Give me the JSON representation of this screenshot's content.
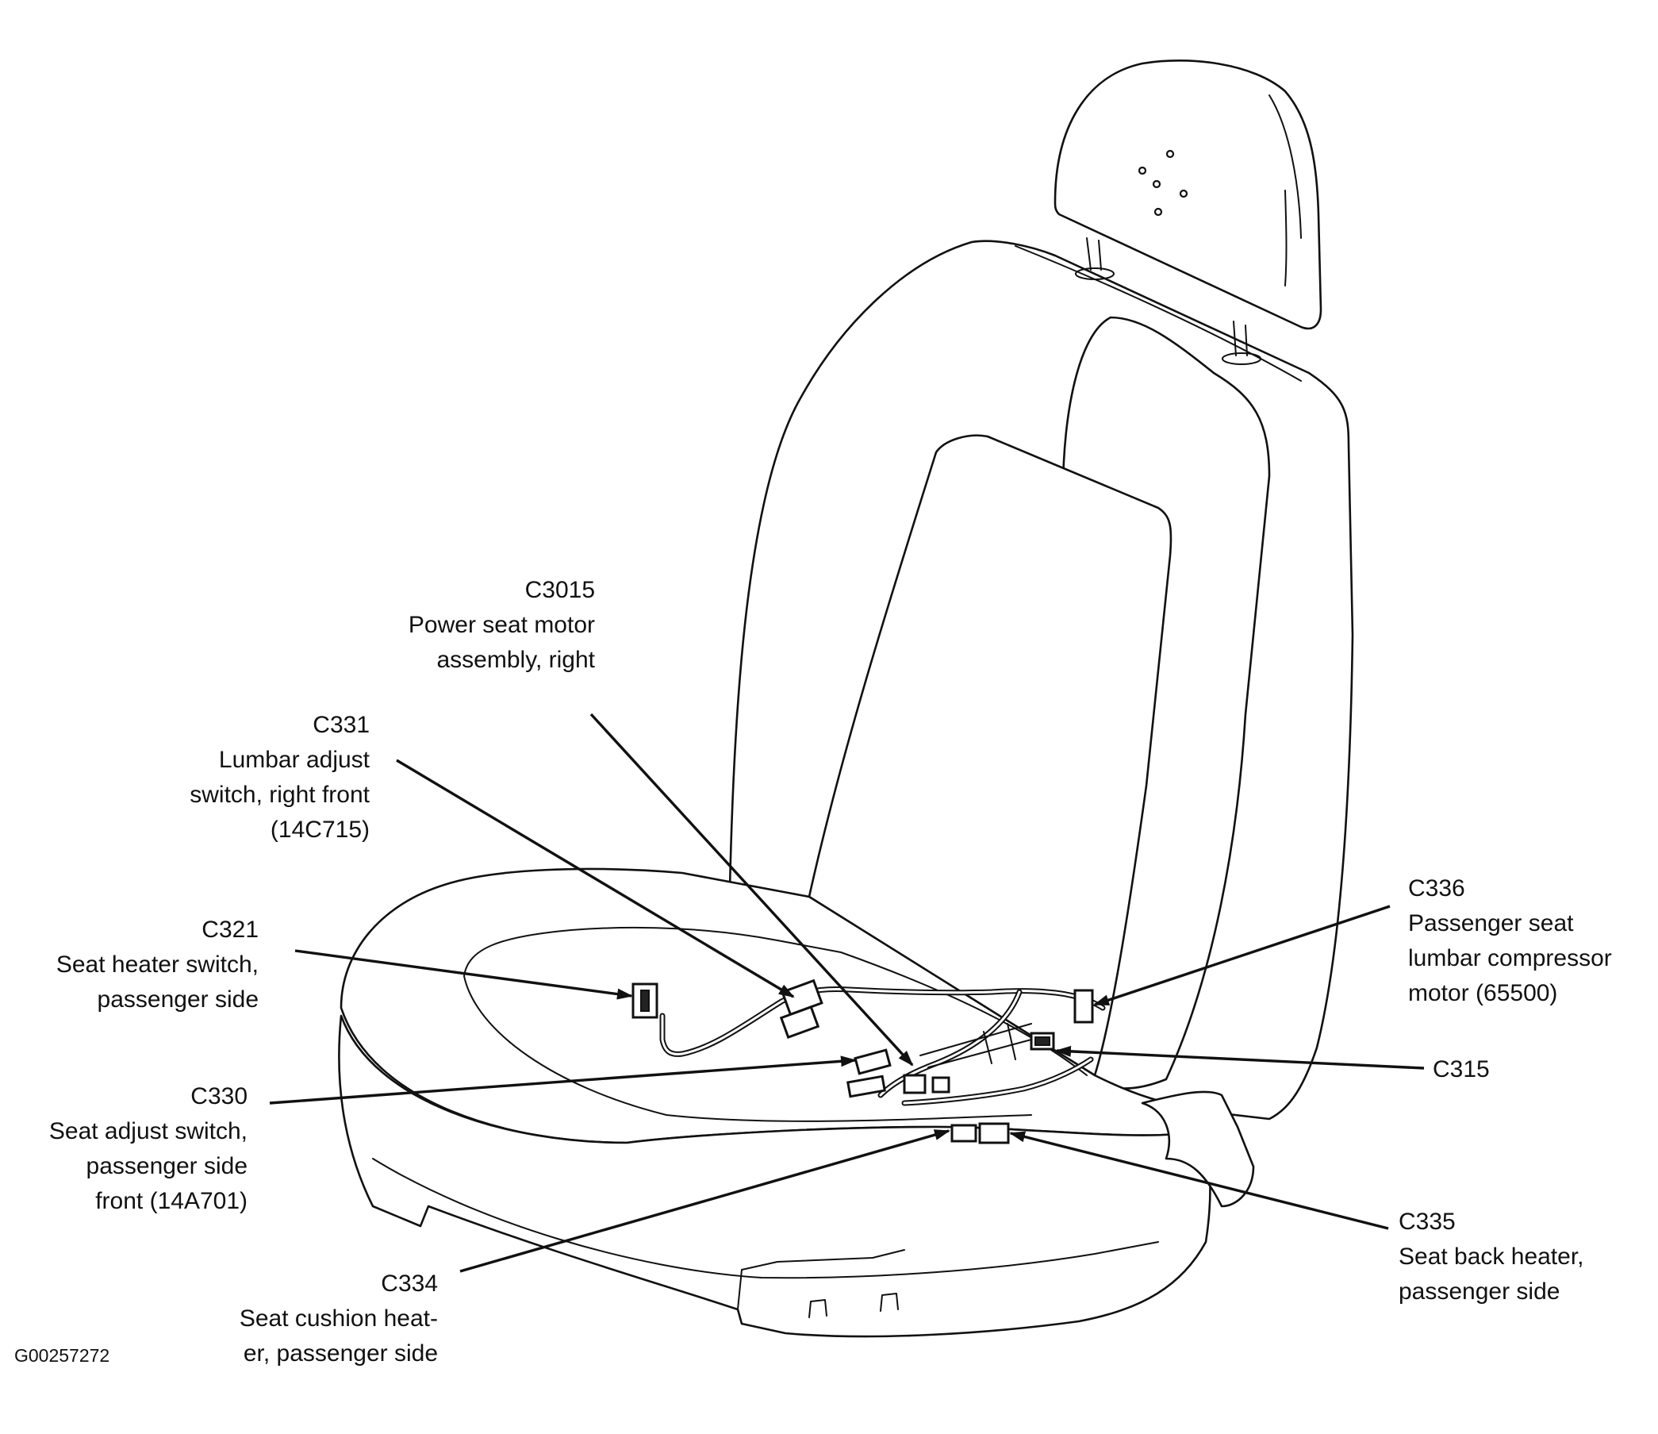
{
  "figure_id": "G00257272",
  "callouts": {
    "c3015": {
      "code": "C3015",
      "line1": "Power seat motor",
      "line2": "assembly, right"
    },
    "c331": {
      "code": "C331",
      "line1": "Lumbar adjust",
      "line2": "switch, right front",
      "line3": "(14C715)"
    },
    "c321": {
      "code": "C321",
      "line1": "Seat heater switch,",
      "line2": "passenger side"
    },
    "c330": {
      "code": "C330",
      "line1": "Seat adjust switch,",
      "line2": "passenger side",
      "line3": "front (14A701)"
    },
    "c334": {
      "code": "C334",
      "line1": "Seat cushion heat-",
      "line2": "er, passenger side"
    },
    "c336": {
      "code": "C336",
      "line1": "Passenger seat",
      "line2": "lumbar compressor",
      "line3": "motor (65500)"
    },
    "c315": {
      "code": "C315"
    },
    "c335": {
      "code": "C335",
      "line1": "Seat back heater,",
      "line2": "passenger side"
    }
  },
  "colors": {
    "line": "#111111",
    "background": "#ffffff"
  }
}
